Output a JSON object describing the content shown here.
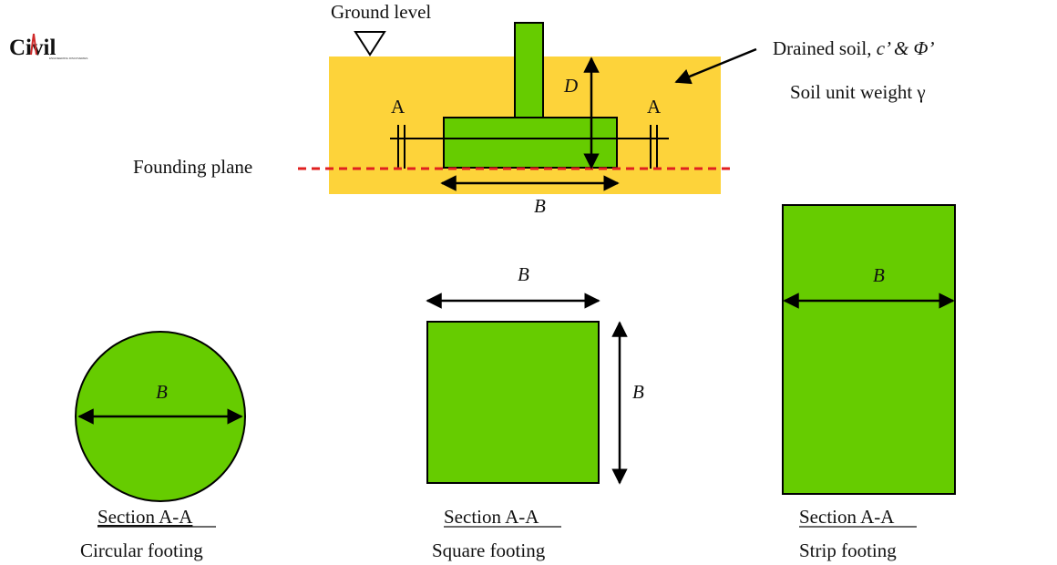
{
  "logo": {
    "text": "Civil",
    "tagline": "ENGINEERING DISCOVERIES"
  },
  "colors": {
    "soil": "#FDD33A",
    "footing": "#66CC00",
    "founding_line": "#E02020",
    "stroke": "#000000"
  },
  "elevation": {
    "ground_level": "Ground level",
    "founding_plane": "Founding plane",
    "soil_desc_prefix": "Drained soil, ",
    "soil_desc_params": "c’ & Φ’",
    "soil_unit_weight": "Soil unit weight γ",
    "depth_label": "D",
    "width_label": "B",
    "section_mark_left": "A",
    "section_mark_right": "A"
  },
  "sections": [
    {
      "shape": "circle",
      "dimension_label": "B",
      "section_title": "Section A-A",
      "name": "Circular footing"
    },
    {
      "shape": "square",
      "dimension_label_top": "B",
      "dimension_label_side": "B",
      "section_title": "Section A-A",
      "name": "Square footing"
    },
    {
      "shape": "strip",
      "dimension_label": "B",
      "section_title": "Section A-A",
      "name": "Strip footing"
    }
  ]
}
